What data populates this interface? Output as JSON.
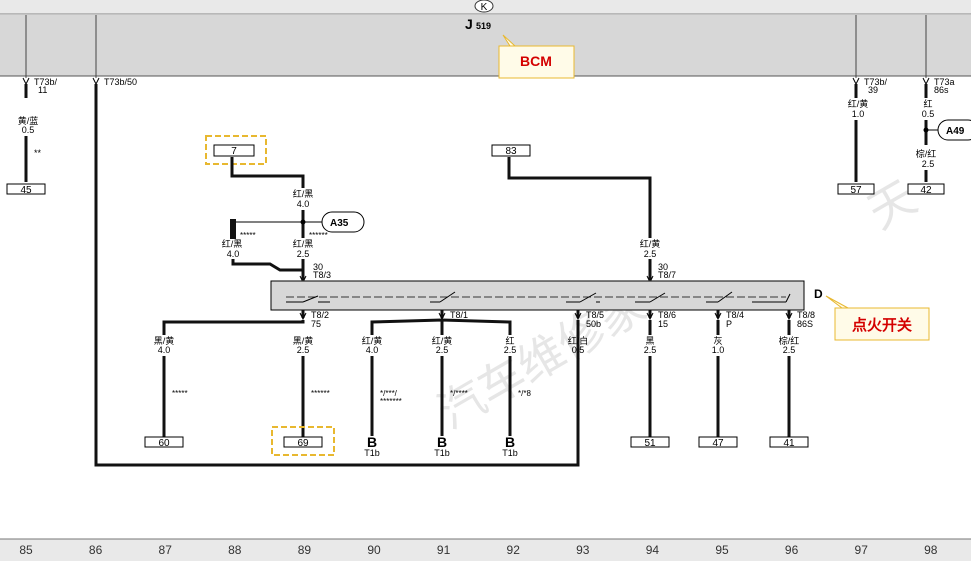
{
  "header": {
    "connector_letter": "K"
  },
  "module": {
    "id": "J",
    "subscript": "519",
    "callout": "BCM"
  },
  "switch": {
    "letter": "D",
    "callout": "点火开关"
  },
  "colors": {
    "accent_red": "#d40000",
    "callout_border": "#e8b830",
    "callout_bg": "#fffbe8"
  },
  "left_wires": [
    {
      "pin": "T73b/\n11",
      "color": "黄/蓝",
      "size": "0.5",
      "stars": "**",
      "terminal": "45"
    },
    {
      "pin": "T73b/50"
    }
  ],
  "right_wires": [
    {
      "pin": "T73b/\n39",
      "color": "红/黄",
      "size": "1.0",
      "terminal": "57"
    },
    {
      "pin": "T73a\n86s",
      "color": "红",
      "size": "0.5",
      "component": "A49",
      "color2": "棕/红",
      "size2": "2.5",
      "terminal": "42"
    }
  ],
  "top_left": {
    "box": "7",
    "color": "红/黑",
    "size": "4.0",
    "component": "A35",
    "branch_left": {
      "color": "红/黑",
      "size": "4.0",
      "stars": "*****"
    },
    "branch_right": {
      "color": "红/黑",
      "size": "2.5",
      "stars": "******"
    },
    "pin_num": "30",
    "pin": "T8/3"
  },
  "top_right": {
    "box": "83",
    "color": "红/黄",
    "size": "2.5",
    "pin_num": "30",
    "pin": "T8/7"
  },
  "outputs": [
    {
      "pin": "T8/2",
      "sub": "75"
    },
    {
      "pin": "T8/1"
    },
    {
      "pin": "T8/5",
      "sub": "50b"
    },
    {
      "pin": "T8/6",
      "sub": "15"
    },
    {
      "pin": "T8/4",
      "sub": "P"
    },
    {
      "pin": "T8/8",
      "sub": "86S"
    }
  ],
  "lower_wires": [
    {
      "color": "黑/黄",
      "size": "4.0",
      "stars": "*****",
      "terminal": "60"
    },
    {
      "color": "黑/黄",
      "size": "2.5",
      "stars": "******",
      "terminal": "69"
    },
    {
      "color": "红/黄",
      "size": "4.0",
      "stars": "*/***/\n*******",
      "terminal": "B",
      "terminal_sub": "T1b"
    },
    {
      "color": "红/黄",
      "size": "2.5",
      "stars": "*/****",
      "terminal": "B",
      "terminal_sub": "T1b"
    },
    {
      "color": "红",
      "size": "2.5",
      "stars": "*/*8",
      "terminal": "B",
      "terminal_sub": "T1b"
    },
    {
      "color": "红/白",
      "size": "0.5"
    },
    {
      "color": "黑",
      "size": "2.5",
      "terminal": "51"
    },
    {
      "color": "灰",
      "size": "1.0",
      "terminal": "47"
    },
    {
      "color": "棕/红",
      "size": "2.5",
      "terminal": "41"
    }
  ],
  "footer_numbers": [
    "85",
    "86",
    "87",
    "88",
    "89",
    "90",
    "91",
    "92",
    "93",
    "94",
    "95",
    "96",
    "97",
    "98"
  ]
}
